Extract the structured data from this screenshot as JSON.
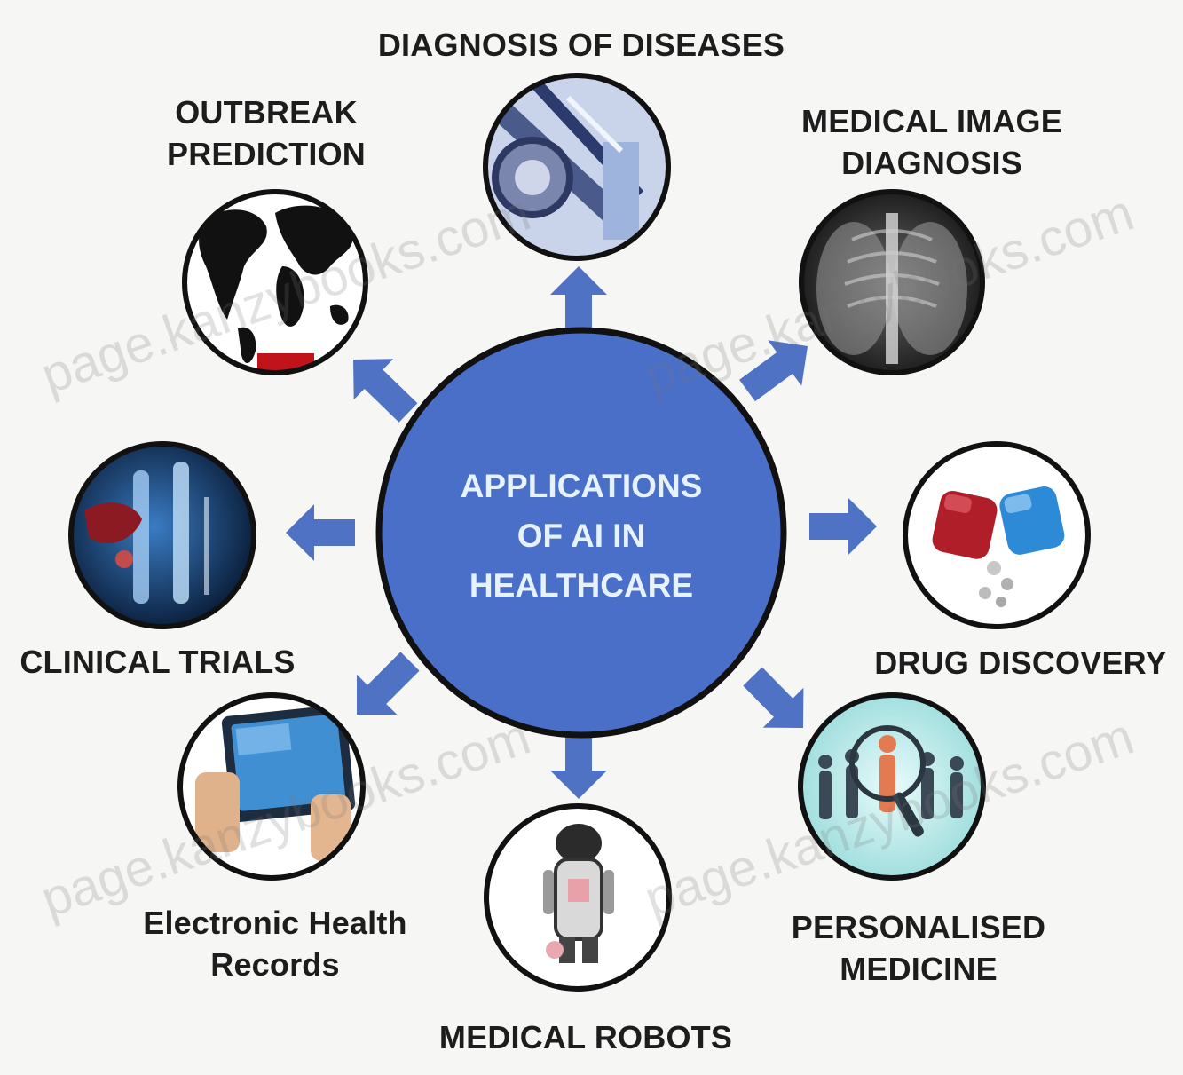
{
  "center": {
    "lines": [
      "APPLICATIONS",
      "OF AI IN",
      "HEALTHCARE"
    ],
    "fill": "#4a6fc9",
    "stroke": "#111111"
  },
  "arrow_color": "#4f72c4",
  "nodes": {
    "diagnosis": {
      "lines": [
        "DIAGNOSIS OF DISEASES"
      ],
      "image": "stethoscope-icon"
    },
    "outbreak": {
      "lines": [
        "OUTBREAK",
        "PREDICTION"
      ],
      "image": "world-map-icon"
    },
    "medical_image": {
      "lines": [
        "MEDICAL IMAGE",
        "DIAGNOSIS"
      ],
      "image": "chest-xray-icon"
    },
    "clinical": {
      "lines": [
        "CLINICAL TRIALS"
      ],
      "image": "test-tubes-icon"
    },
    "drug": {
      "lines": [
        "DRUG DISCOVERY"
      ],
      "image": "capsule-pill-icon"
    },
    "ehr": {
      "lines": [
        "Electronic Health",
        "Records"
      ],
      "image": "tablet-hands-icon"
    },
    "robots": {
      "lines": [
        "MEDICAL ROBOTS"
      ],
      "image": "robot-icon"
    },
    "personalised": {
      "lines": [
        "PERSONALISED",
        "MEDICINE"
      ],
      "image": "magnifier-people-icon"
    }
  },
  "watermark": "page.kanzybooks.com"
}
